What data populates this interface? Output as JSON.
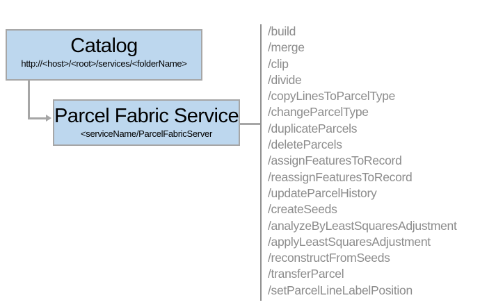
{
  "diagram": {
    "catalog": {
      "title": "Catalog",
      "subtitle": "http://<host>/<root>/services/<folderName>"
    },
    "service": {
      "title": "Parcel Fabric Service",
      "subtitle": "<serviceName/ParcelFabricServer"
    },
    "colors": {
      "node_fill": "#bdd7ee",
      "node_border": "#a6a6a6",
      "connector": "#a6a6a6",
      "separator_line": "#8f8f8f",
      "endpoint_text": "#8c8c8c",
      "title_text": "#000000"
    }
  },
  "endpoints": {
    "items": [
      "/build",
      "/merge",
      "/clip",
      "/divide",
      "/copyLinesToParcelType",
      "/changeParcelType",
      "/duplicateParcels",
      "/deleteParcels",
      "/assignFeaturesToRecord",
      "/reassignFeaturesToRecord",
      "/updateParcelHistory",
      "/createSeeds",
      "/analyzeByLeastSquaresAdjustment",
      "/applyLeastSquaresAdjustment",
      "/reconstructFromSeeds",
      "/transferParcel",
      "/setParcelLineLabelPosition"
    ]
  }
}
